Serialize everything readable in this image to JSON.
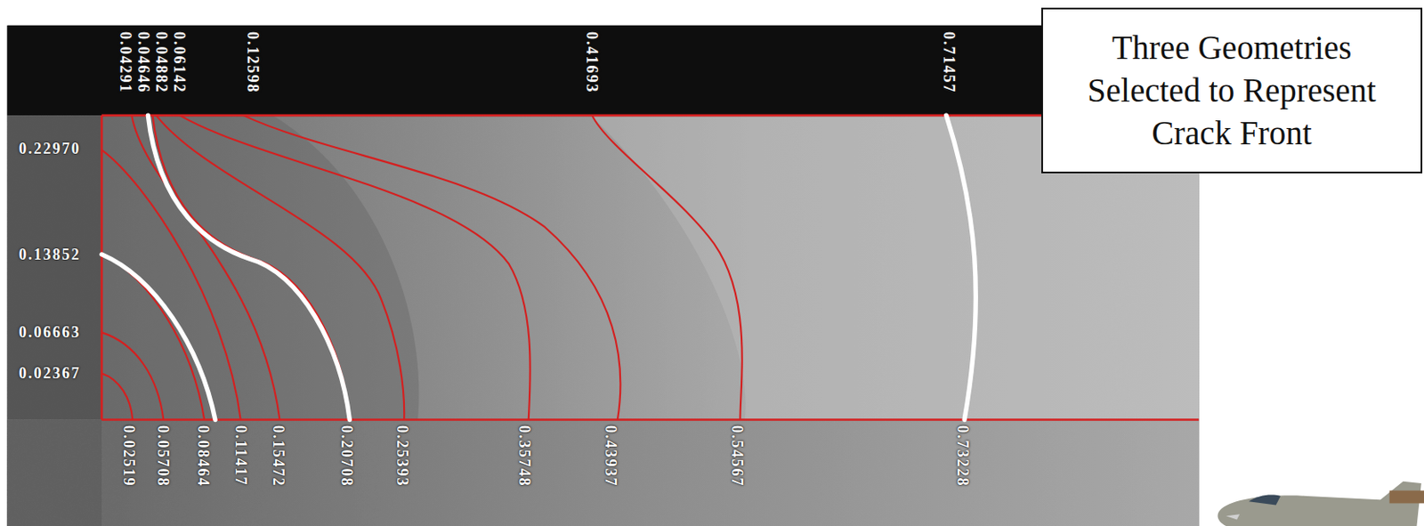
{
  "diagram": {
    "nodes": [
      {
        "text": [
          "Three Geometries Selected to Represent Crack Front"
        ]
      }
    ],
    "labels": [
      "0.06142",
      "0.04882",
      "0.04646",
      "0.04291",
      "0.12598",
      "0.41693",
      "0.71457",
      "0.22970",
      "0.13852",
      "0.06663",
      "0.02367",
      "0.02519",
      "0.05708",
      "0.08464",
      "0.11417",
      "0.15472",
      "0.20708",
      "0.25393",
      "0.35748",
      "0.43937",
      "0.54567",
      "0.73228"
    ]
  }
}
